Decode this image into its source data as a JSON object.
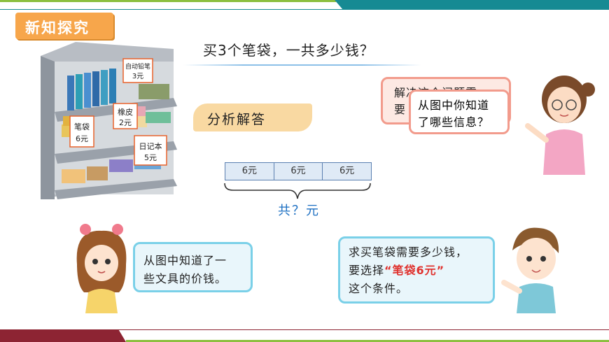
{
  "header": {
    "section_title": "新知探究"
  },
  "question": {
    "text": "买3个笔袋，一共多少钱？"
  },
  "analysis_label": "分析解答",
  "shelf": {
    "labels": [
      "自动铅笔3元",
      "橡皮2元",
      "笔袋6元",
      "日记本5元"
    ],
    "label_lines": [
      [
        "自动铅笔",
        "3元"
      ],
      [
        "橡皮",
        "2元"
      ],
      [
        "笔袋",
        "6元"
      ],
      [
        "日记本",
        "5元"
      ]
    ]
  },
  "diagram": {
    "cells": [
      "6元",
      "6元",
      "6元"
    ],
    "total_label": "共？元"
  },
  "teacher_bubble": {
    "back_line1": "解决这个问题需",
    "back_line2": "要",
    "front_line1": "从图中你知道",
    "front_line2": "了哪些信息？"
  },
  "girl_bubble": {
    "line1": "从图中知道了一",
    "line2": "些文具的价钱。"
  },
  "boy_bubble": {
    "line1": "求买笔袋需要多少钱，",
    "line2_prefix": "要选择",
    "line2_highlight": "“笔袋6元”",
    "line3": "这个条件。"
  },
  "colors": {
    "top_bar": "#168a93",
    "bottom_bar": "#8d2433",
    "accent_green": "#8cbf3f",
    "tag_orange": "#f7a64b",
    "total_blue": "#1c6fc2",
    "highlight_red": "#e0322e"
  }
}
